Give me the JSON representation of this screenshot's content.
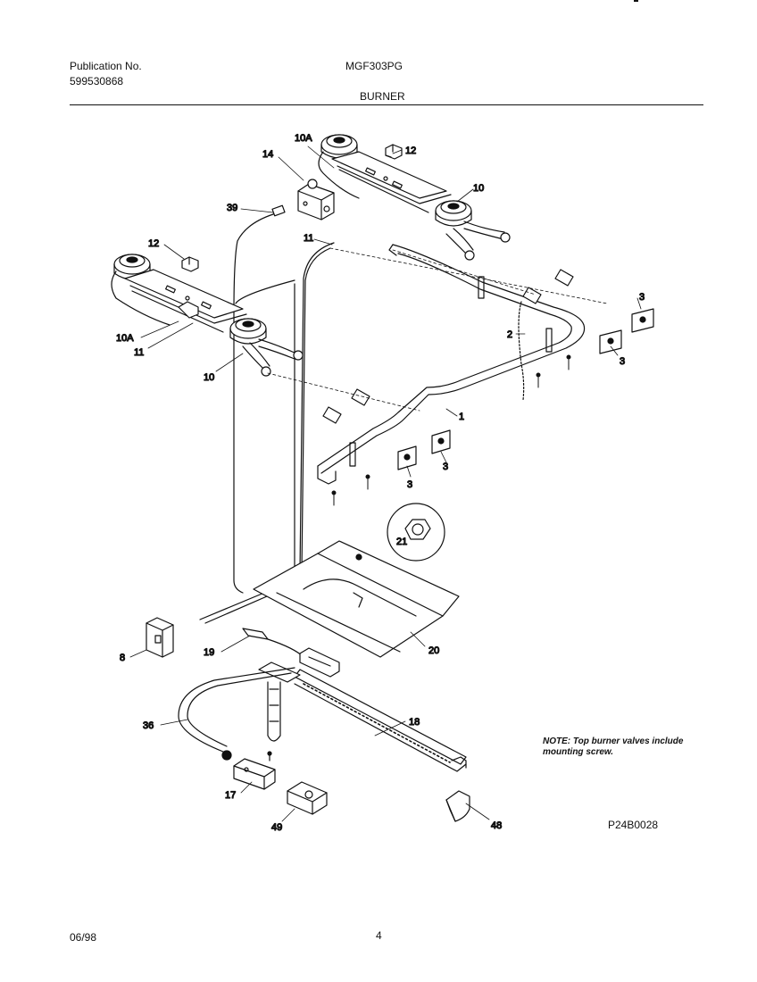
{
  "header": {
    "publication_label": "Publication No.",
    "publication_number": "599530868",
    "model": "MGF303PG",
    "section_title": "BURNER"
  },
  "callouts": {
    "c10A_top": "10A",
    "c12_top": "12",
    "c14": "14",
    "c10_top": "10",
    "c39": "39",
    "c11_top": "11",
    "c12_left": "12",
    "c3_a": "3",
    "c2": "2",
    "c3_b": "3",
    "c10A_left": "10A",
    "c11_left": "11",
    "c10_left": "10",
    "c1": "1",
    "c3_c": "3",
    "c3_d": "3",
    "c21": "21",
    "c8": "8",
    "c19": "19",
    "c20": "20",
    "c36": "36",
    "c18": "18",
    "c17": "17",
    "c49": "49",
    "c48": "48"
  },
  "note": "NOTE: Top burner valves include mounting screw.",
  "drawing_number": "P24B0028",
  "footer": {
    "date": "06/98",
    "page_number": "4"
  }
}
